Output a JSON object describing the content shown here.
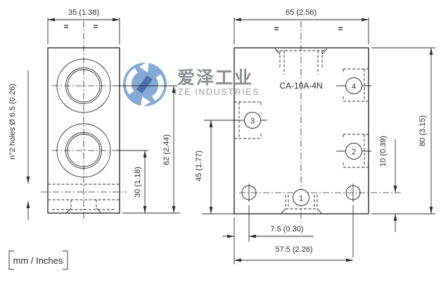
{
  "watermark": {
    "logo_cn": "爱泽工业",
    "logo_en": "IZE INDUSTRIES",
    "colors": {
      "disc": "#84abd6",
      "accent": "#4a70ae",
      "text_cn": "#8a8f94",
      "text_en": "#9ba0a5"
    }
  },
  "footer": {
    "units_label": "mm / Inches"
  },
  "drawing": {
    "part_label": "CA-10A-4N",
    "equal_mark": "=",
    "note_holes": "n°2 holes Ø 6.5 (0.26)",
    "ports": [
      "1",
      "2",
      "3",
      "4"
    ],
    "dimensions": {
      "width_front": "35 (1.38)",
      "width_top": "65 (2.56)",
      "height_62": "62 (2.44)",
      "height_30": "30 (1.18)",
      "height_45": "45 (1.77)",
      "height_10": "10 (0.39)",
      "height_80": "80 (3.15)",
      "offset_7_5": "7.5 (0.30)",
      "span_57_5": "57.5 (2.26)"
    },
    "line_color": "#2e2e2e"
  }
}
